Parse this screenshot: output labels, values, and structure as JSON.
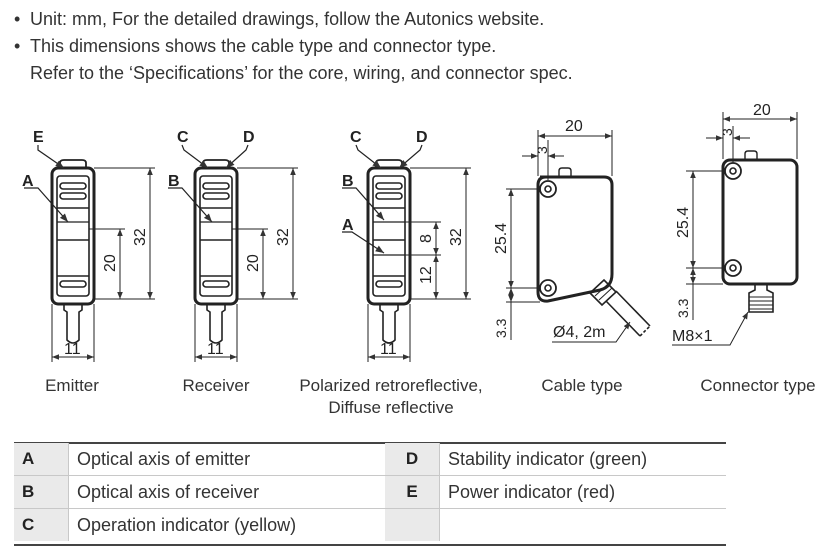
{
  "notes": [
    "Unit: mm, For the detailed drawings, follow the Autonics website.",
    "This dimensions shows the cable type and connector type.",
    "Refer to the ‘Specifications’ for the core, wiring, and connector spec."
  ],
  "bullet": "•",
  "views": {
    "emitter": {
      "caption": "Emitter",
      "labels": {
        "e": "E",
        "a": "A"
      },
      "dims": {
        "height": "32",
        "window": "20",
        "width": "11"
      }
    },
    "receiver": {
      "caption": "Receiver",
      "labels": {
        "c": "C",
        "d": "D",
        "b": "B"
      },
      "dims": {
        "height": "32",
        "window": "20",
        "width": "11"
      }
    },
    "polarized": {
      "caption_line1": "Polarized retroreflective,",
      "caption_line2": "Diffuse reflective",
      "labels": {
        "c": "C",
        "d": "D",
        "b": "B",
        "a": "A"
      },
      "dims": {
        "height": "32",
        "upper": "8",
        "lower": "12",
        "width": "11"
      }
    },
    "cable": {
      "caption": "Cable type",
      "dims": {
        "width": "20",
        "offset": "3",
        "height": "25.4",
        "bottom": "3.3",
        "cable": "Ø4, 2m"
      }
    },
    "connector": {
      "caption": "Connector type",
      "dims": {
        "width": "20",
        "offset": "3",
        "height": "25.4",
        "bottom": "3.3",
        "thread": "M8×1"
      }
    }
  },
  "legend": [
    {
      "key1": "A",
      "value1": "Optical axis of emitter",
      "key2": "D",
      "value2": "Stability indicator (green)"
    },
    {
      "key1": "B",
      "value1": "Optical axis of receiver",
      "key2": "E",
      "value2": "Power indicator (red)"
    },
    {
      "key1": "C",
      "value1": "Operation indicator (yellow)",
      "key2": "",
      "value2": ""
    }
  ]
}
